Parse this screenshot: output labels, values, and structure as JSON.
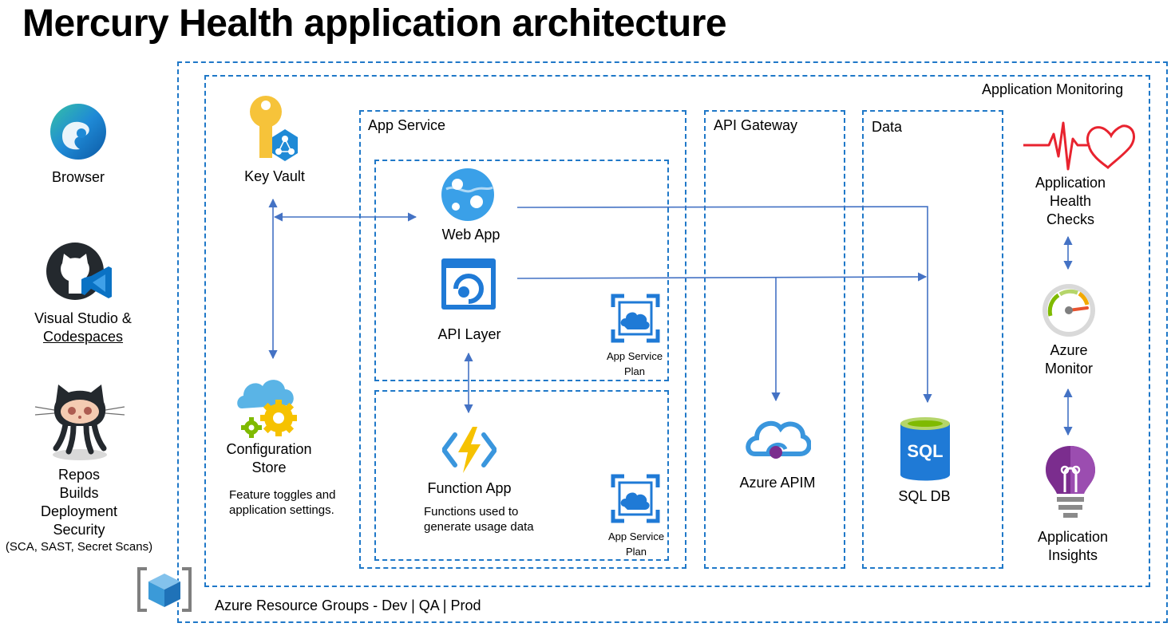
{
  "title": "Mercury Health application architecture",
  "left_tools": {
    "browser": "Browser",
    "vs_line1": "Visual Studio &",
    "vs_line2": "Codespaces",
    "gh_line1": "Repos",
    "gh_line2": "Builds",
    "gh_line3": "Deployment",
    "gh_line4": "Security",
    "gh_line5": "(SCA, SAST, Secret Scans)"
  },
  "containers": {
    "resource_groups": "Azure Resource Groups - Dev | QA | Prod",
    "monitoring": "Application Monitoring",
    "app_service": "App Service",
    "api_gateway": "API Gateway",
    "data": "Data"
  },
  "nodes": {
    "key_vault": "Key Vault",
    "config_line1": "Configuration",
    "config_line2": "Store",
    "config_desc1": "Feature toggles and",
    "config_desc2": "application settings.",
    "web_app": "Web App",
    "api_layer": "API Layer",
    "plan1_line1": "App Service",
    "plan1_line2": "Plan",
    "function_app": "Function App",
    "func_desc1": "Functions used to",
    "func_desc2": "generate usage data",
    "plan2_line1": "App Service",
    "plan2_line2": "Plan",
    "apim": "Azure APIM",
    "sql_db": "SQL DB",
    "sql_icon_text": "SQL",
    "health_line1": "Application",
    "health_line2": "Health",
    "health_line3": "Checks",
    "monitor_line1": "Azure",
    "monitor_line2": "Monitor",
    "insights_line1": "Application",
    "insights_line2": "Insights"
  },
  "colors": {
    "dashed_border": "#1f78c8",
    "connector": "#4472c4",
    "azure_blue": "#0078d4",
    "heart_red": "#e8232f",
    "insights_purple": "#7b2d8e"
  }
}
